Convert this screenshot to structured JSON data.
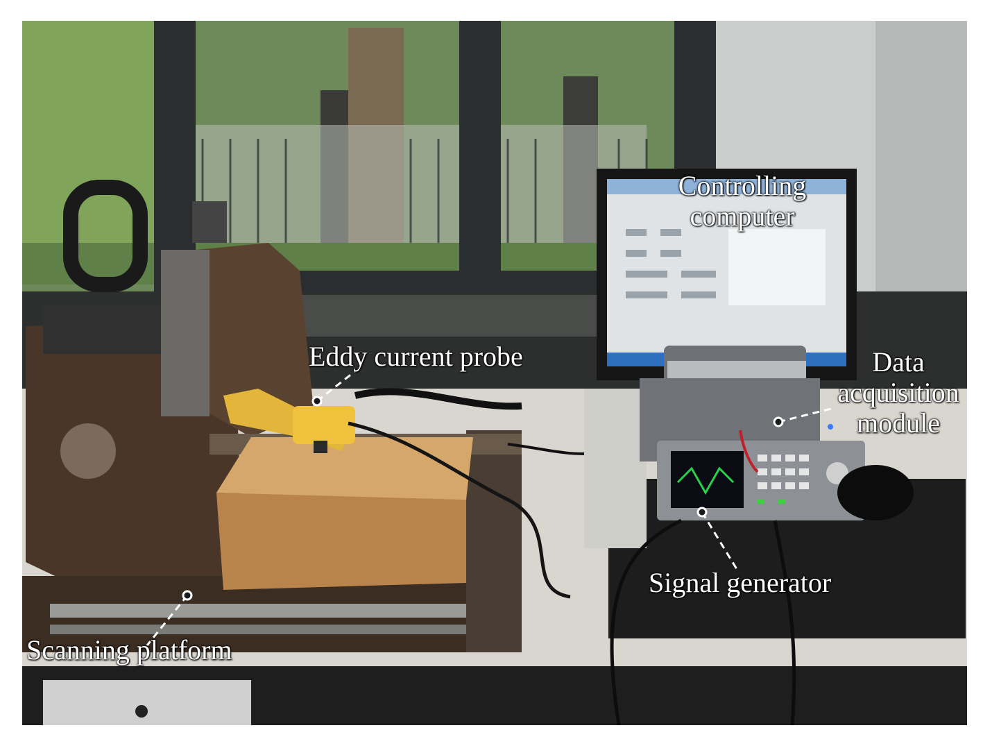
{
  "labels": {
    "controlling_computer": [
      "Controlling",
      "computer"
    ],
    "eddy_current_probe": "Eddy current probe",
    "data_acquisition_module": [
      "Data",
      "acquisition",
      "module"
    ],
    "signal_generator": "Signal generator",
    "scanning_platform": "Scanning platform"
  },
  "colors": {
    "label_text": "#ffffff",
    "leader_line": "#ffffff"
  }
}
